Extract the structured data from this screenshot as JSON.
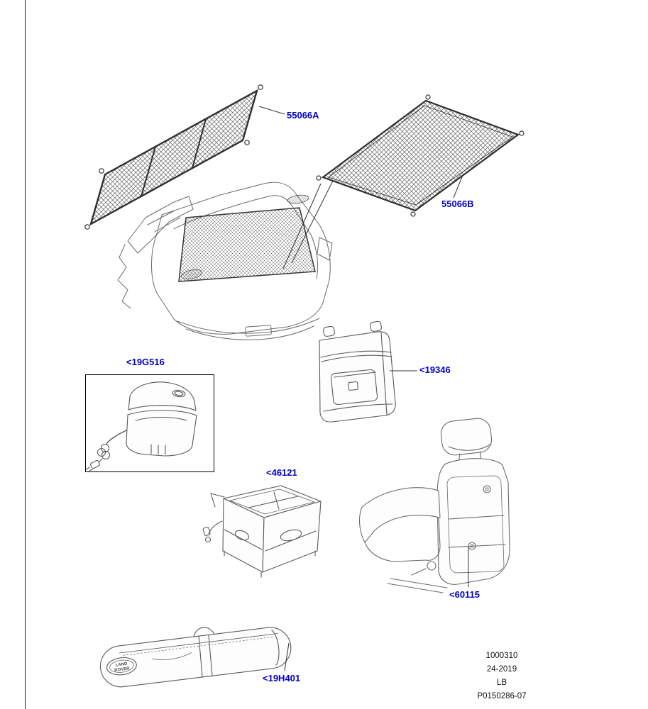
{
  "page": {
    "background": "#ffffff",
    "label_color": "#0000c8",
    "line_color": "#5a5a5a"
  },
  "part_labels": {
    "cargo_net_envelope": "55066A",
    "cargo_net_flat": "55066B",
    "cool_box": "<19G516",
    "seatback_bag": "<19346",
    "loadspace_organizer": "<46121",
    "seat_back_panel": "<60115",
    "ski_bag": "<19H401"
  },
  "badge": {
    "line1": "LAND",
    "line2": "ROVER"
  },
  "footer": {
    "drawing_number": "1000310",
    "revision_date": "24-2019",
    "code": "LB",
    "plate_number": "P0150286-07"
  }
}
